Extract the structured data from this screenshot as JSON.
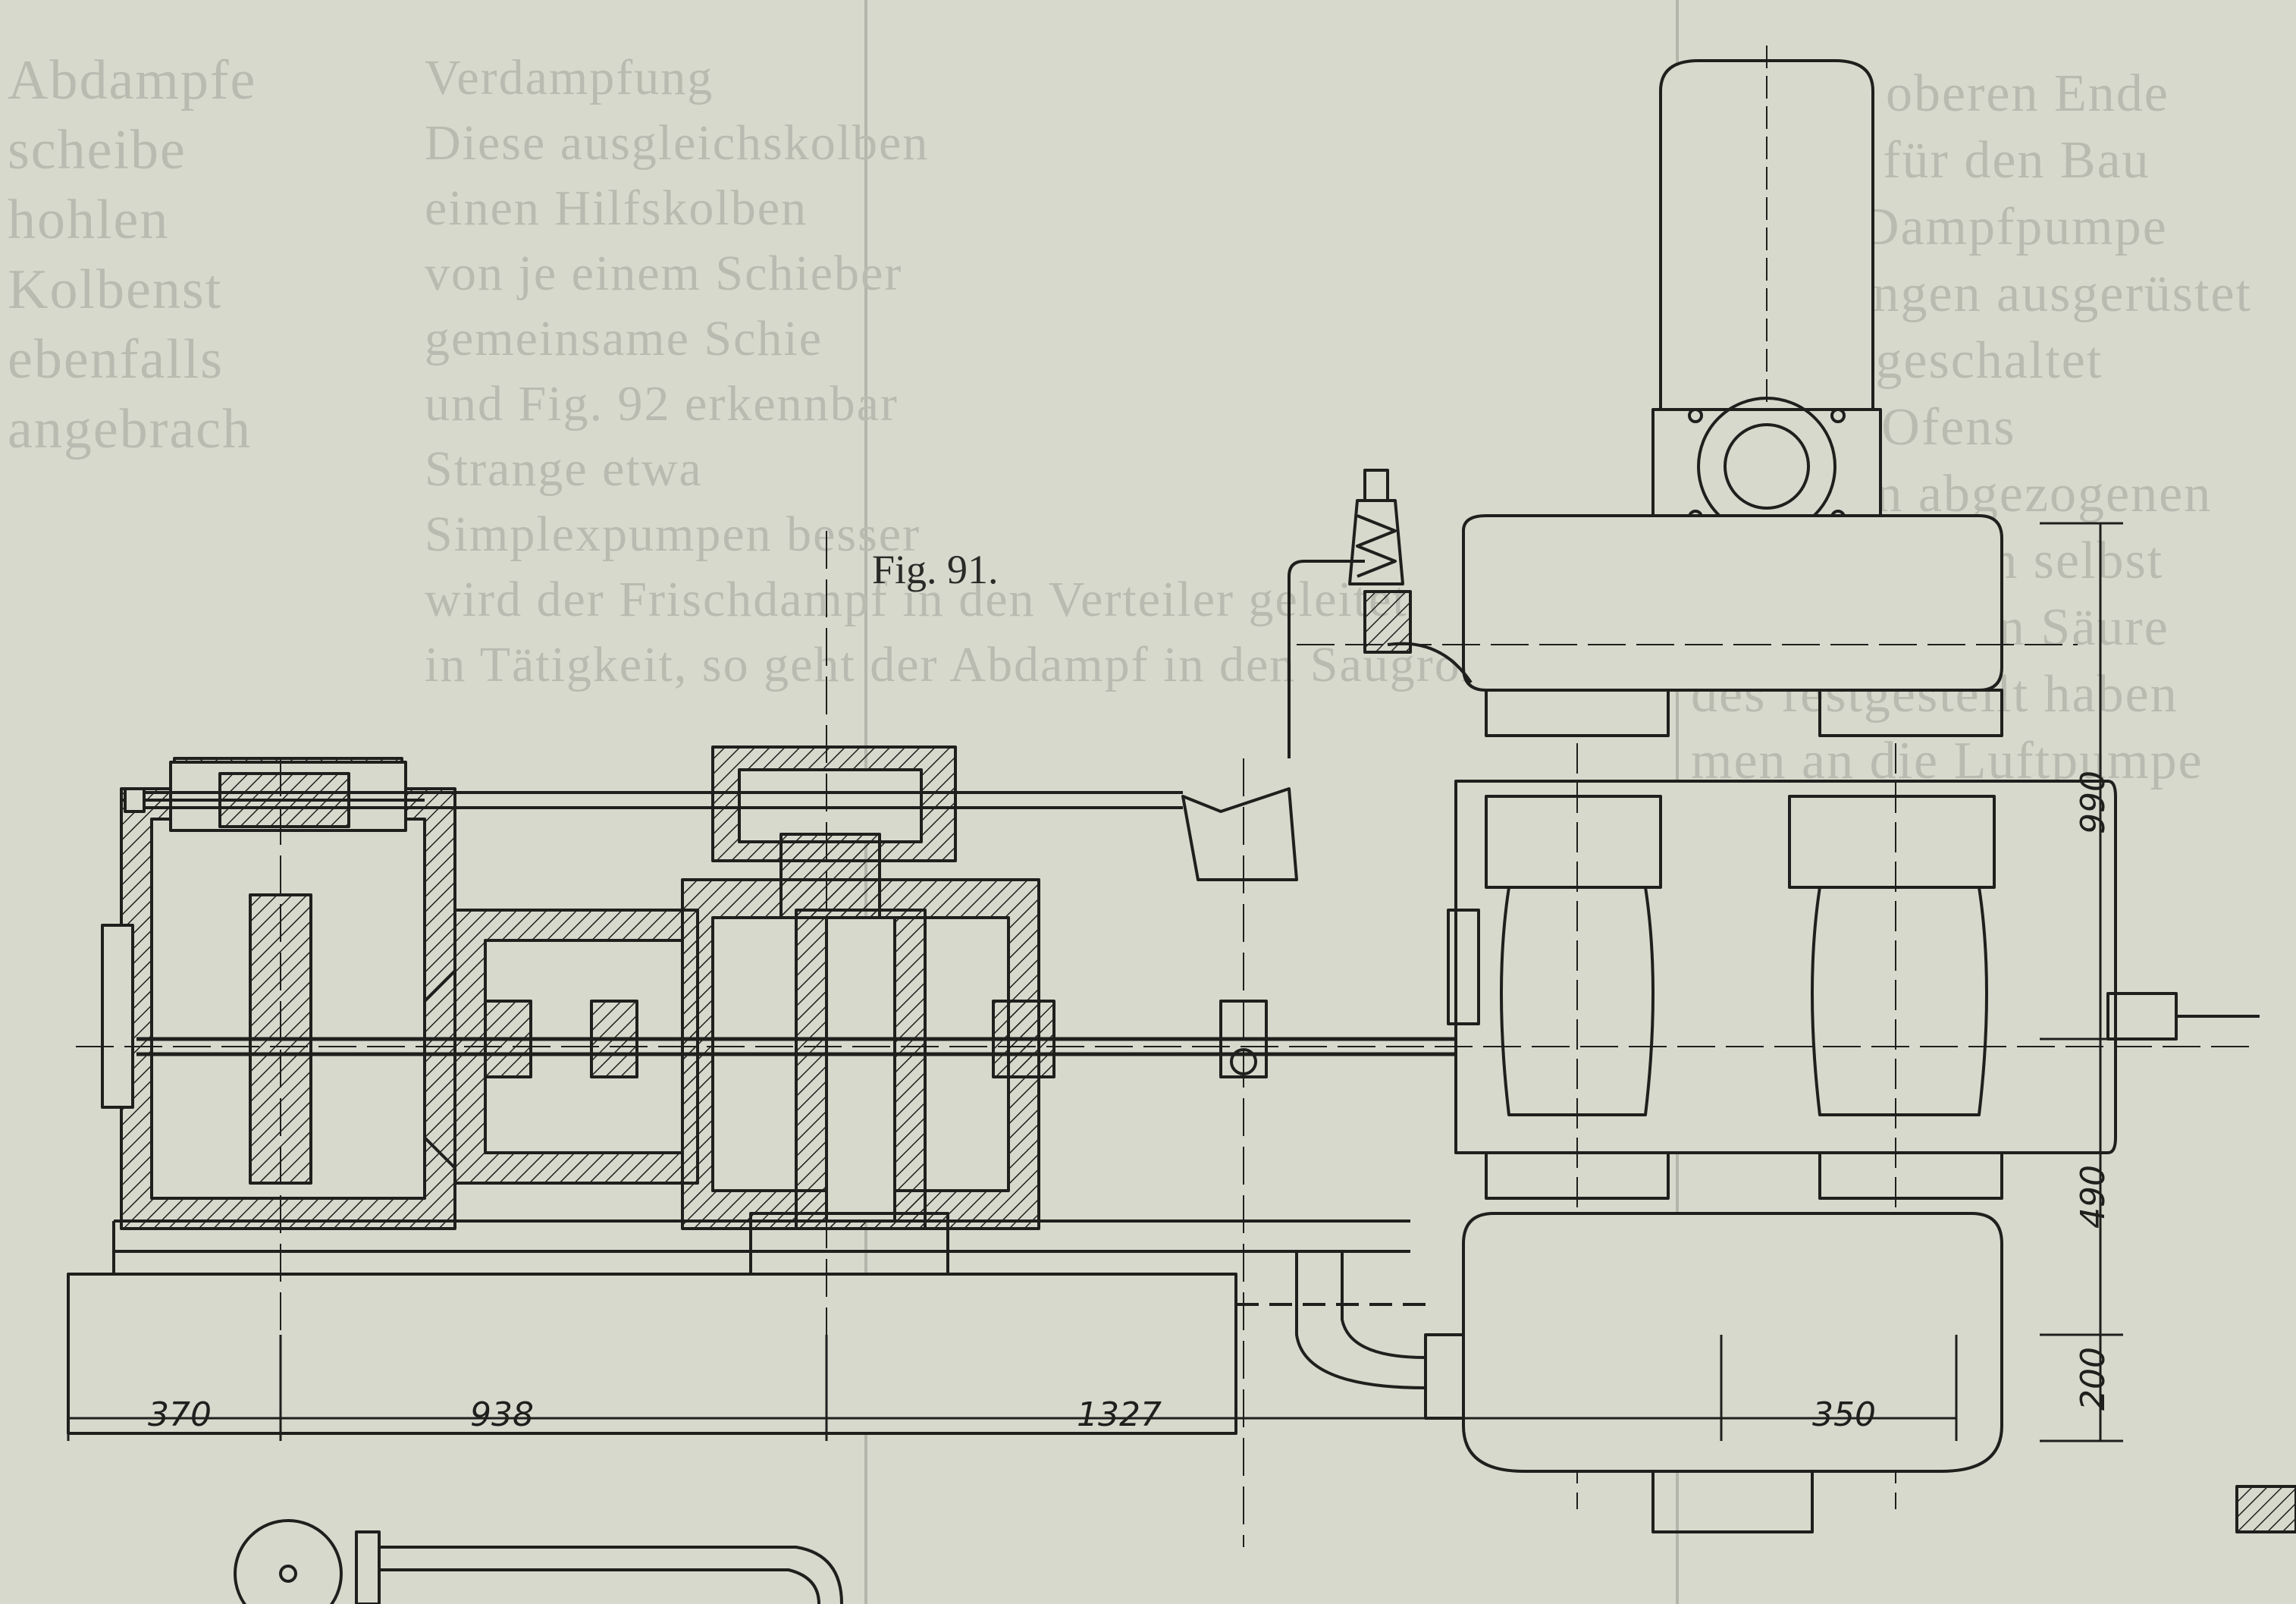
{
  "figure": {
    "caption": "Fig. 91."
  },
  "dimensions": {
    "d370": "370",
    "d938": "938",
    "d1327": "1327",
    "d350": "350",
    "d990": "990",
    "d490": "490",
    "d200": "200"
  },
  "bleed_text": {
    "left_lines": [
      "Abdampfe",
      "scheibe",
      "hohlen",
      "Kolbenst",
      "ebenfalls",
      "angebrach"
    ],
    "middle_lines": [
      "Verdampfung",
      "Diese ausgleichskolben",
      "einen Hilfskolben",
      "von je einem Schieber",
      "gemeinsame Schie",
      "und Fig. 92 erkennbar",
      "Strange etwa",
      "Simplexpumpen besser",
      "wird der Frischdampf in den Verteiler geleitet",
      "in Tätigkeit, so geht der Abdampf in den Saugrohrkondensa-"
    ],
    "right_lines": [
      "die dem oberen Ende",
      "Schritte für den Bau",
      "em der Dampfpumpe",
      "bedingungen ausgerüstet",
      "rden eingeschaltet",
      "lich des Ofens",
      "gesamten abgezogenen",
      "e weiteres von selbst",
      "wa nach gegen Säure",
      "des festgestellt haben",
      "men an die Luftpumpe"
    ]
  },
  "colors": {
    "ink": "#1f1f1d",
    "paper": "#d8d9cd",
    "ghost": "#b9bab0"
  }
}
